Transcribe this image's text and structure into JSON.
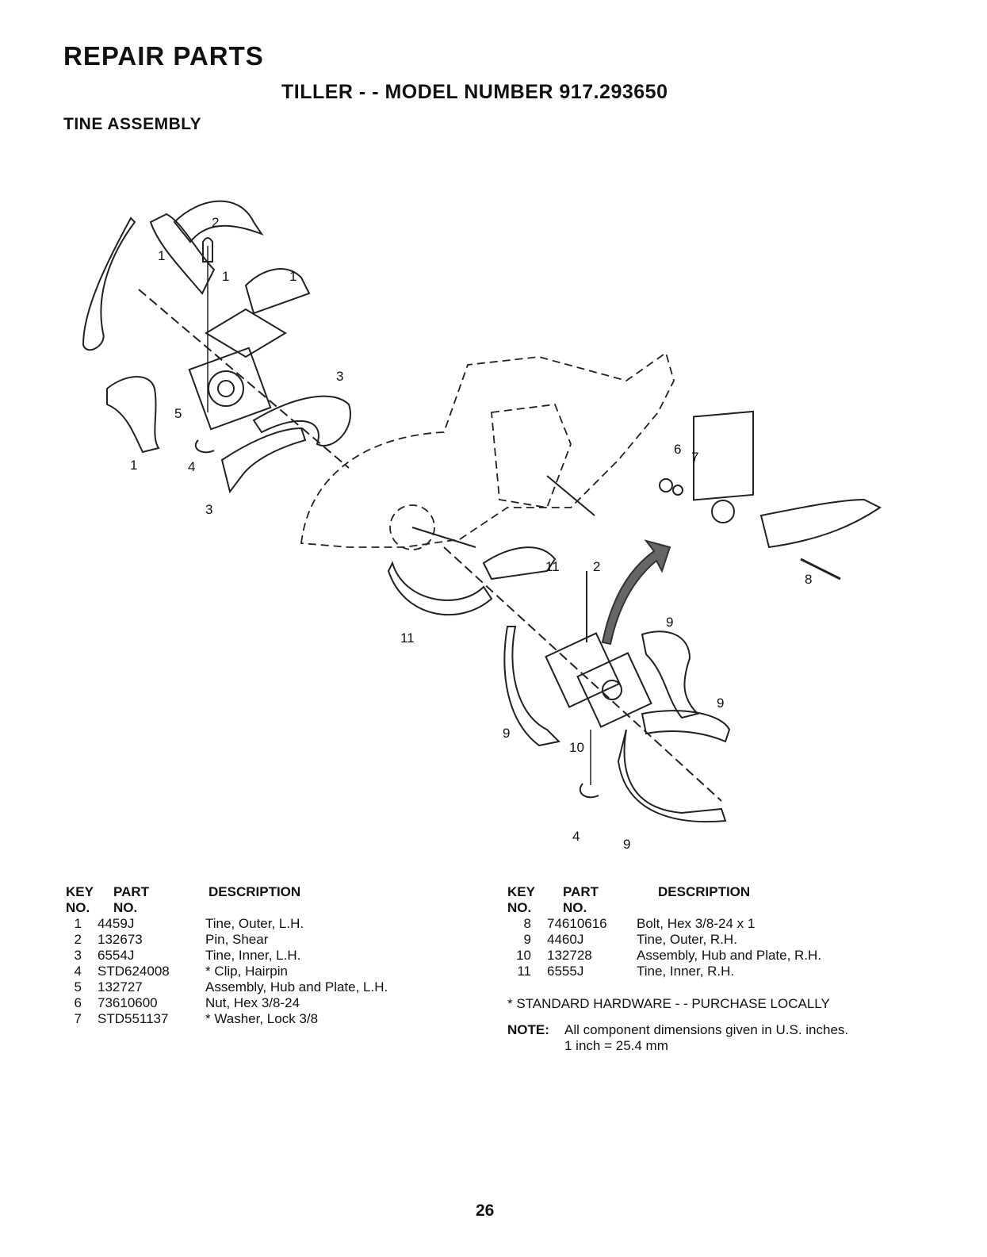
{
  "header": {
    "page_title": "REPAIR PARTS",
    "model_title": "TILLER - - MODEL NUMBER 917.293650",
    "section_title": "TINE ASSEMBLY"
  },
  "diagram": {
    "callouts": [
      "1",
      "1",
      "1",
      "1",
      "2",
      "2",
      "3",
      "3",
      "4",
      "4",
      "5",
      "6",
      "7",
      "8",
      "9",
      "9",
      "9",
      "9",
      "10",
      "11",
      "11"
    ]
  },
  "parts_table": {
    "headers": {
      "key_line1": "KEY",
      "key_line2": "NO.",
      "part_line1": "PART",
      "part_line2": "NO.",
      "description": "DESCRIPTION"
    },
    "left": [
      {
        "key": "1",
        "part": "4459J",
        "desc": "Tine, Outer, L.H."
      },
      {
        "key": "2",
        "part": "132673",
        "desc": "Pin, Shear"
      },
      {
        "key": "3",
        "part": "6554J",
        "desc": "Tine, Inner, L.H."
      },
      {
        "key": "4",
        "part": "STD624008",
        "desc": "* Clip, Hairpin"
      },
      {
        "key": "5",
        "part": "132727",
        "desc": "Assembly, Hub and Plate, L.H."
      },
      {
        "key": "6",
        "part": "73610600",
        "desc": "Nut, Hex 3/8-24"
      },
      {
        "key": "7",
        "part": "STD551137",
        "desc": "* Washer, Lock 3/8"
      }
    ],
    "right": [
      {
        "key": "8",
        "part": "74610616",
        "desc": "Bolt, Hex 3/8-24 x 1"
      },
      {
        "key": "9",
        "part": "4460J",
        "desc": "Tine, Outer, R.H."
      },
      {
        "key": "10",
        "part": "132728",
        "desc": "Assembly, Hub and Plate, R.H."
      },
      {
        "key": "11",
        "part": "6555J",
        "desc": "Tine, Inner, R.H."
      }
    ]
  },
  "footnotes": {
    "standard_hardware": "* STANDARD HARDWARE - - PURCHASE LOCALLY",
    "note_label": "NOTE:",
    "note_line1": "All component dimensions given in U.S. inches.",
    "note_line2": "1 inch = 25.4 mm"
  },
  "page_number": "26"
}
